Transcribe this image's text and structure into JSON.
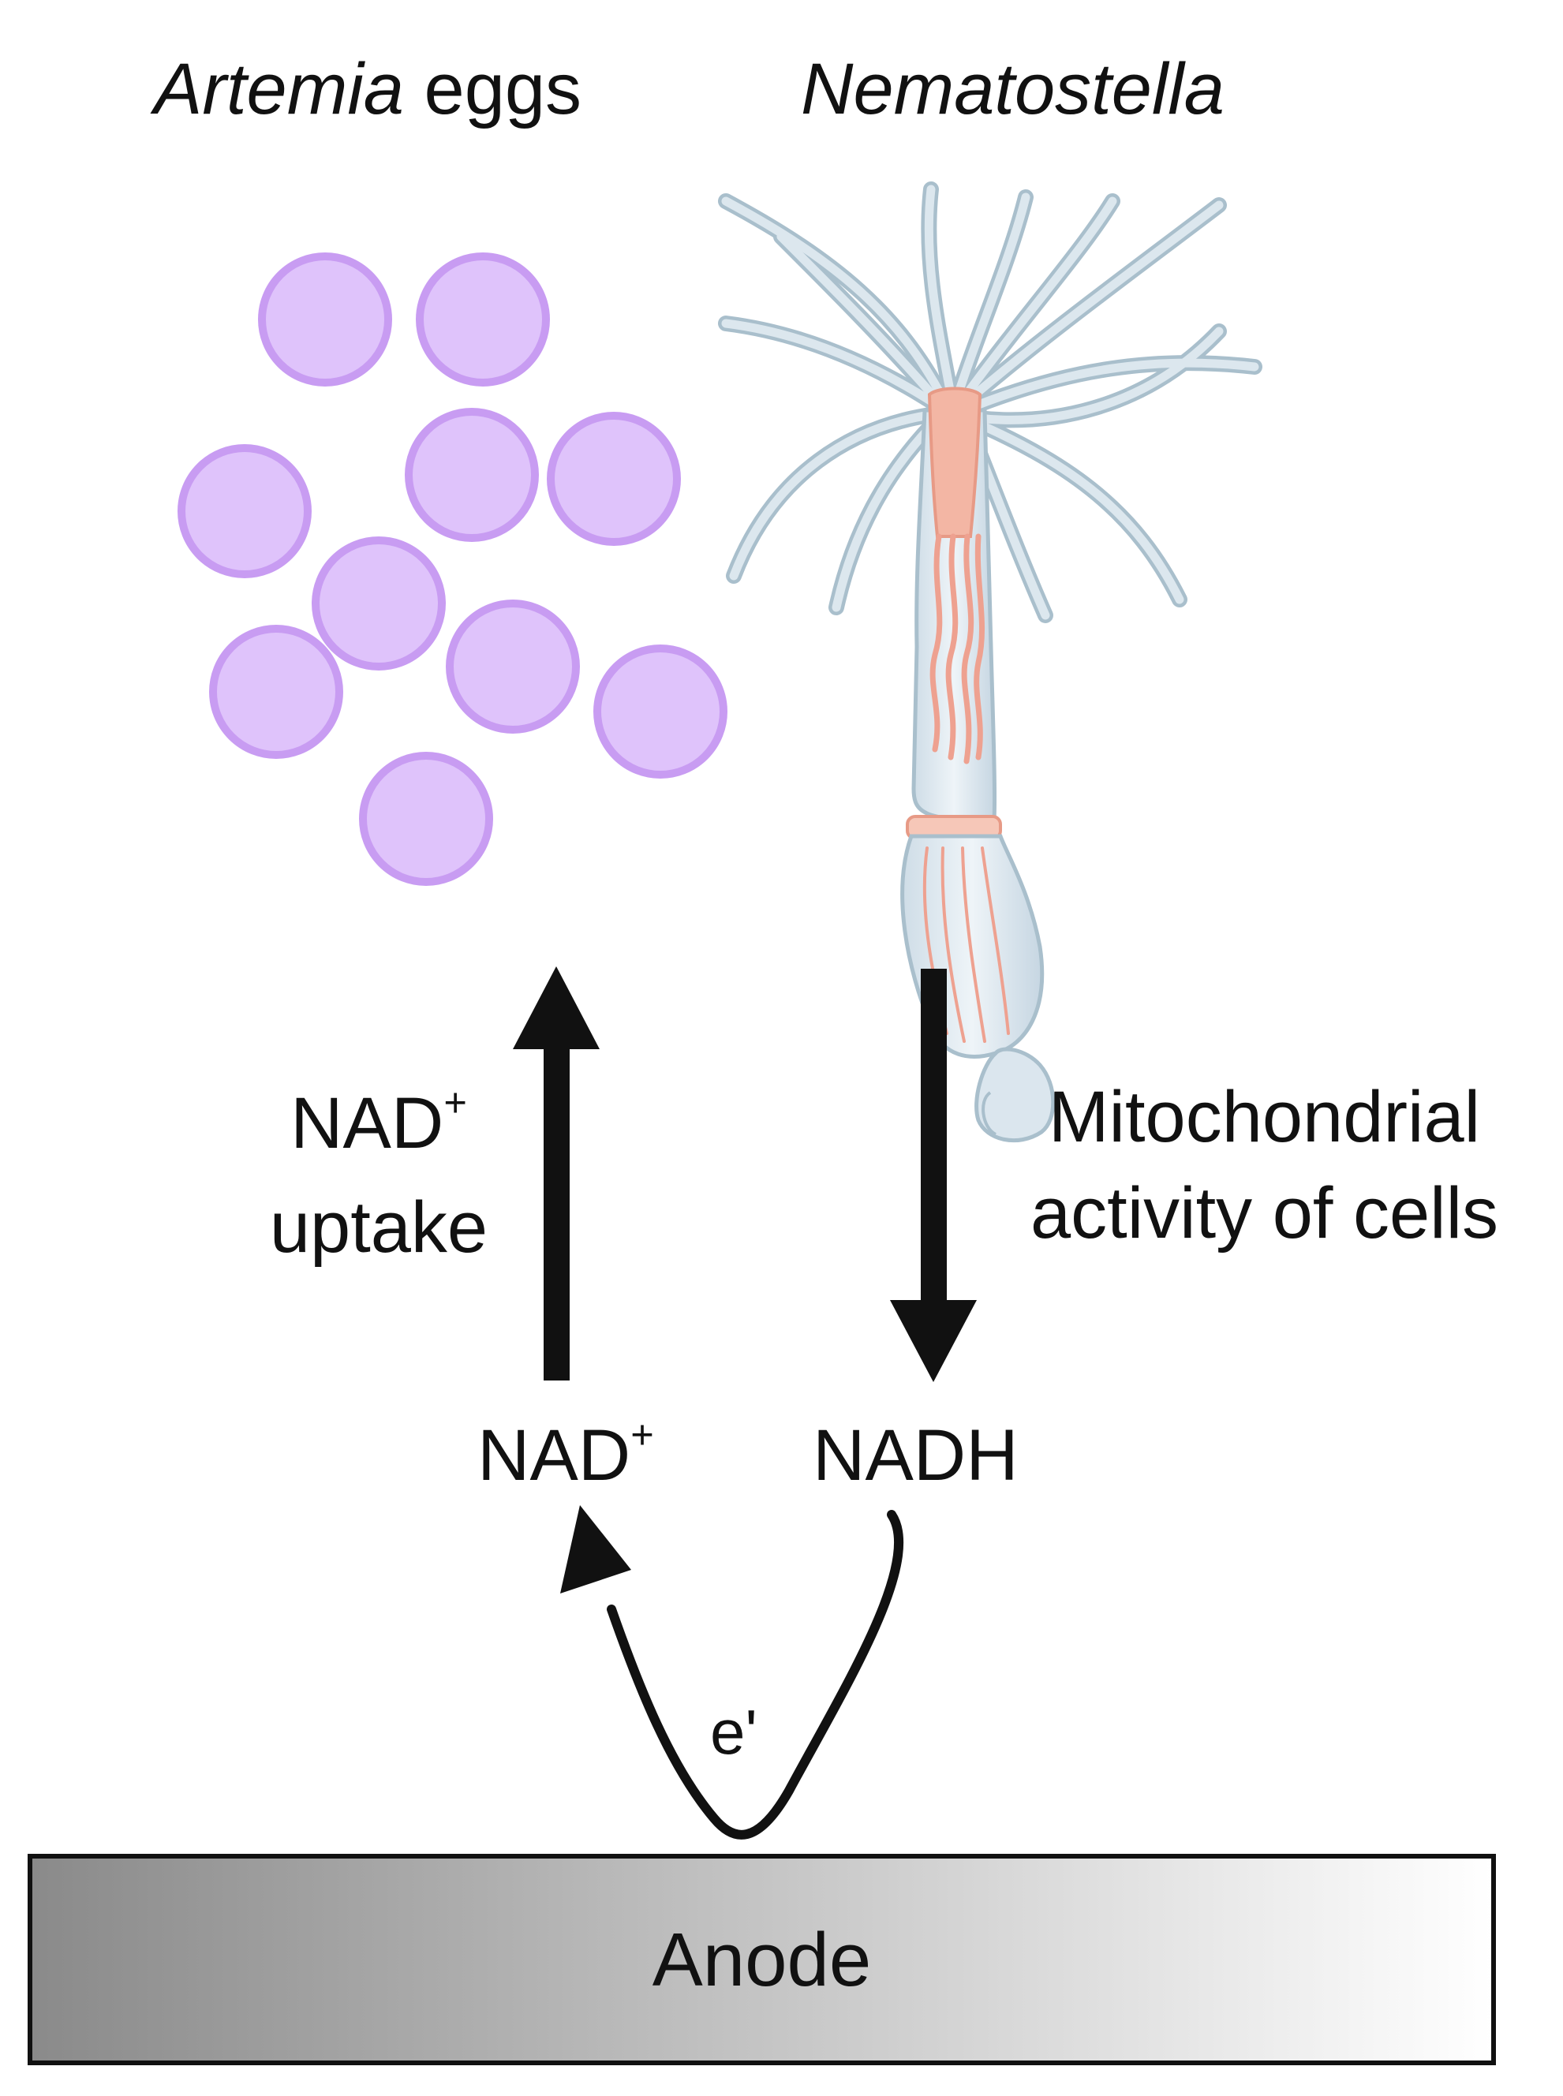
{
  "labels": {
    "artemia_italic": "Artemia",
    "artemia_rest": " eggs",
    "nematostella": "Nematostella",
    "nad_uptake_base": "NAD",
    "nad_uptake_sup": "+",
    "nad_uptake_line2": "uptake",
    "mito_line1": "Mitochondrial",
    "mito_line2": "activity of cells",
    "nad_base": "NAD",
    "nad_sup": "+",
    "nadh": "NADH",
    "electron": "e'",
    "anode": "Anode"
  },
  "colors": {
    "egg_fill": "#dfc3fb",
    "egg_stroke": "#c89cf2",
    "tentacle": "#dce7ee",
    "tentacle_edge": "#a9bfcc",
    "pharynx": "#f3b6a4",
    "arrow": "#111111",
    "anode_dark": "#8a8a8a",
    "anode_light": "#ffffff"
  },
  "icons": {
    "eggs": "egg-cluster-icon",
    "anemone": "sea-anemone-icon"
  }
}
